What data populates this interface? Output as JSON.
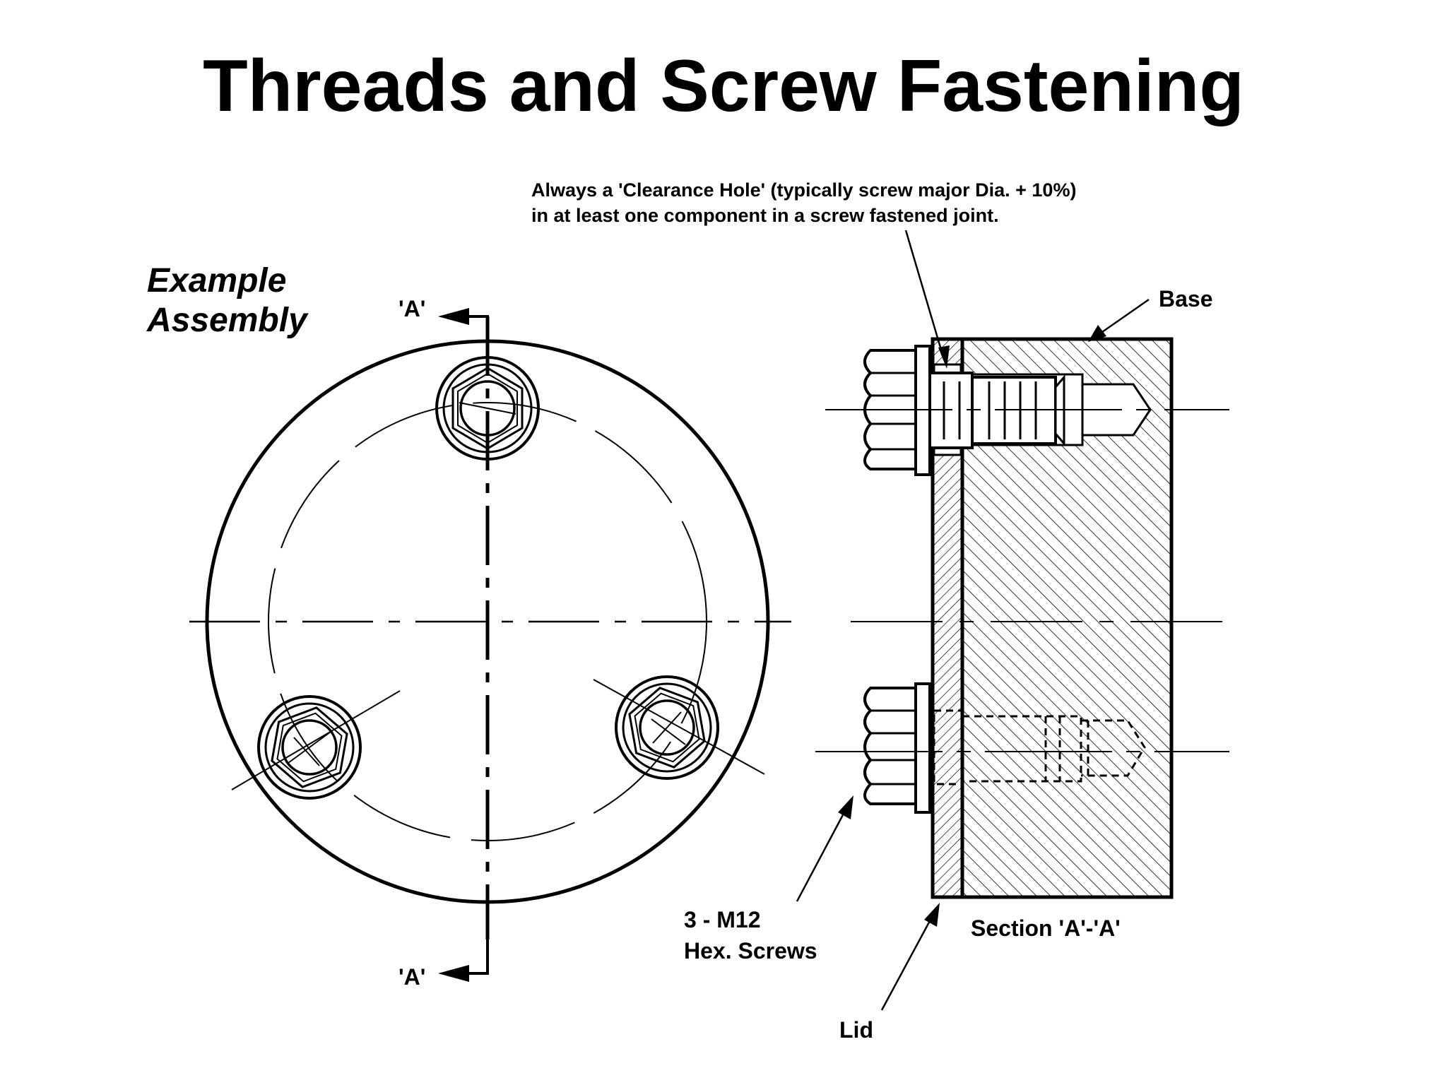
{
  "title": "Threads and Screw Fastening",
  "example_label": {
    "line1": "Example",
    "line2": "Assembly"
  },
  "section_marker": {
    "top": "'A'",
    "bottom": "'A'"
  },
  "clearance_note": {
    "line1": "Always a 'Clearance Hole' (typically screw major Dia. + 10%)",
    "line2": "in at least one component in a screw fastened joint."
  },
  "callouts": {
    "base": "Base",
    "screws_line1": "3 - M12",
    "screws_line2": "Hex. Screws",
    "section": "Section 'A'-'A'",
    "lid": "Lid"
  }
}
